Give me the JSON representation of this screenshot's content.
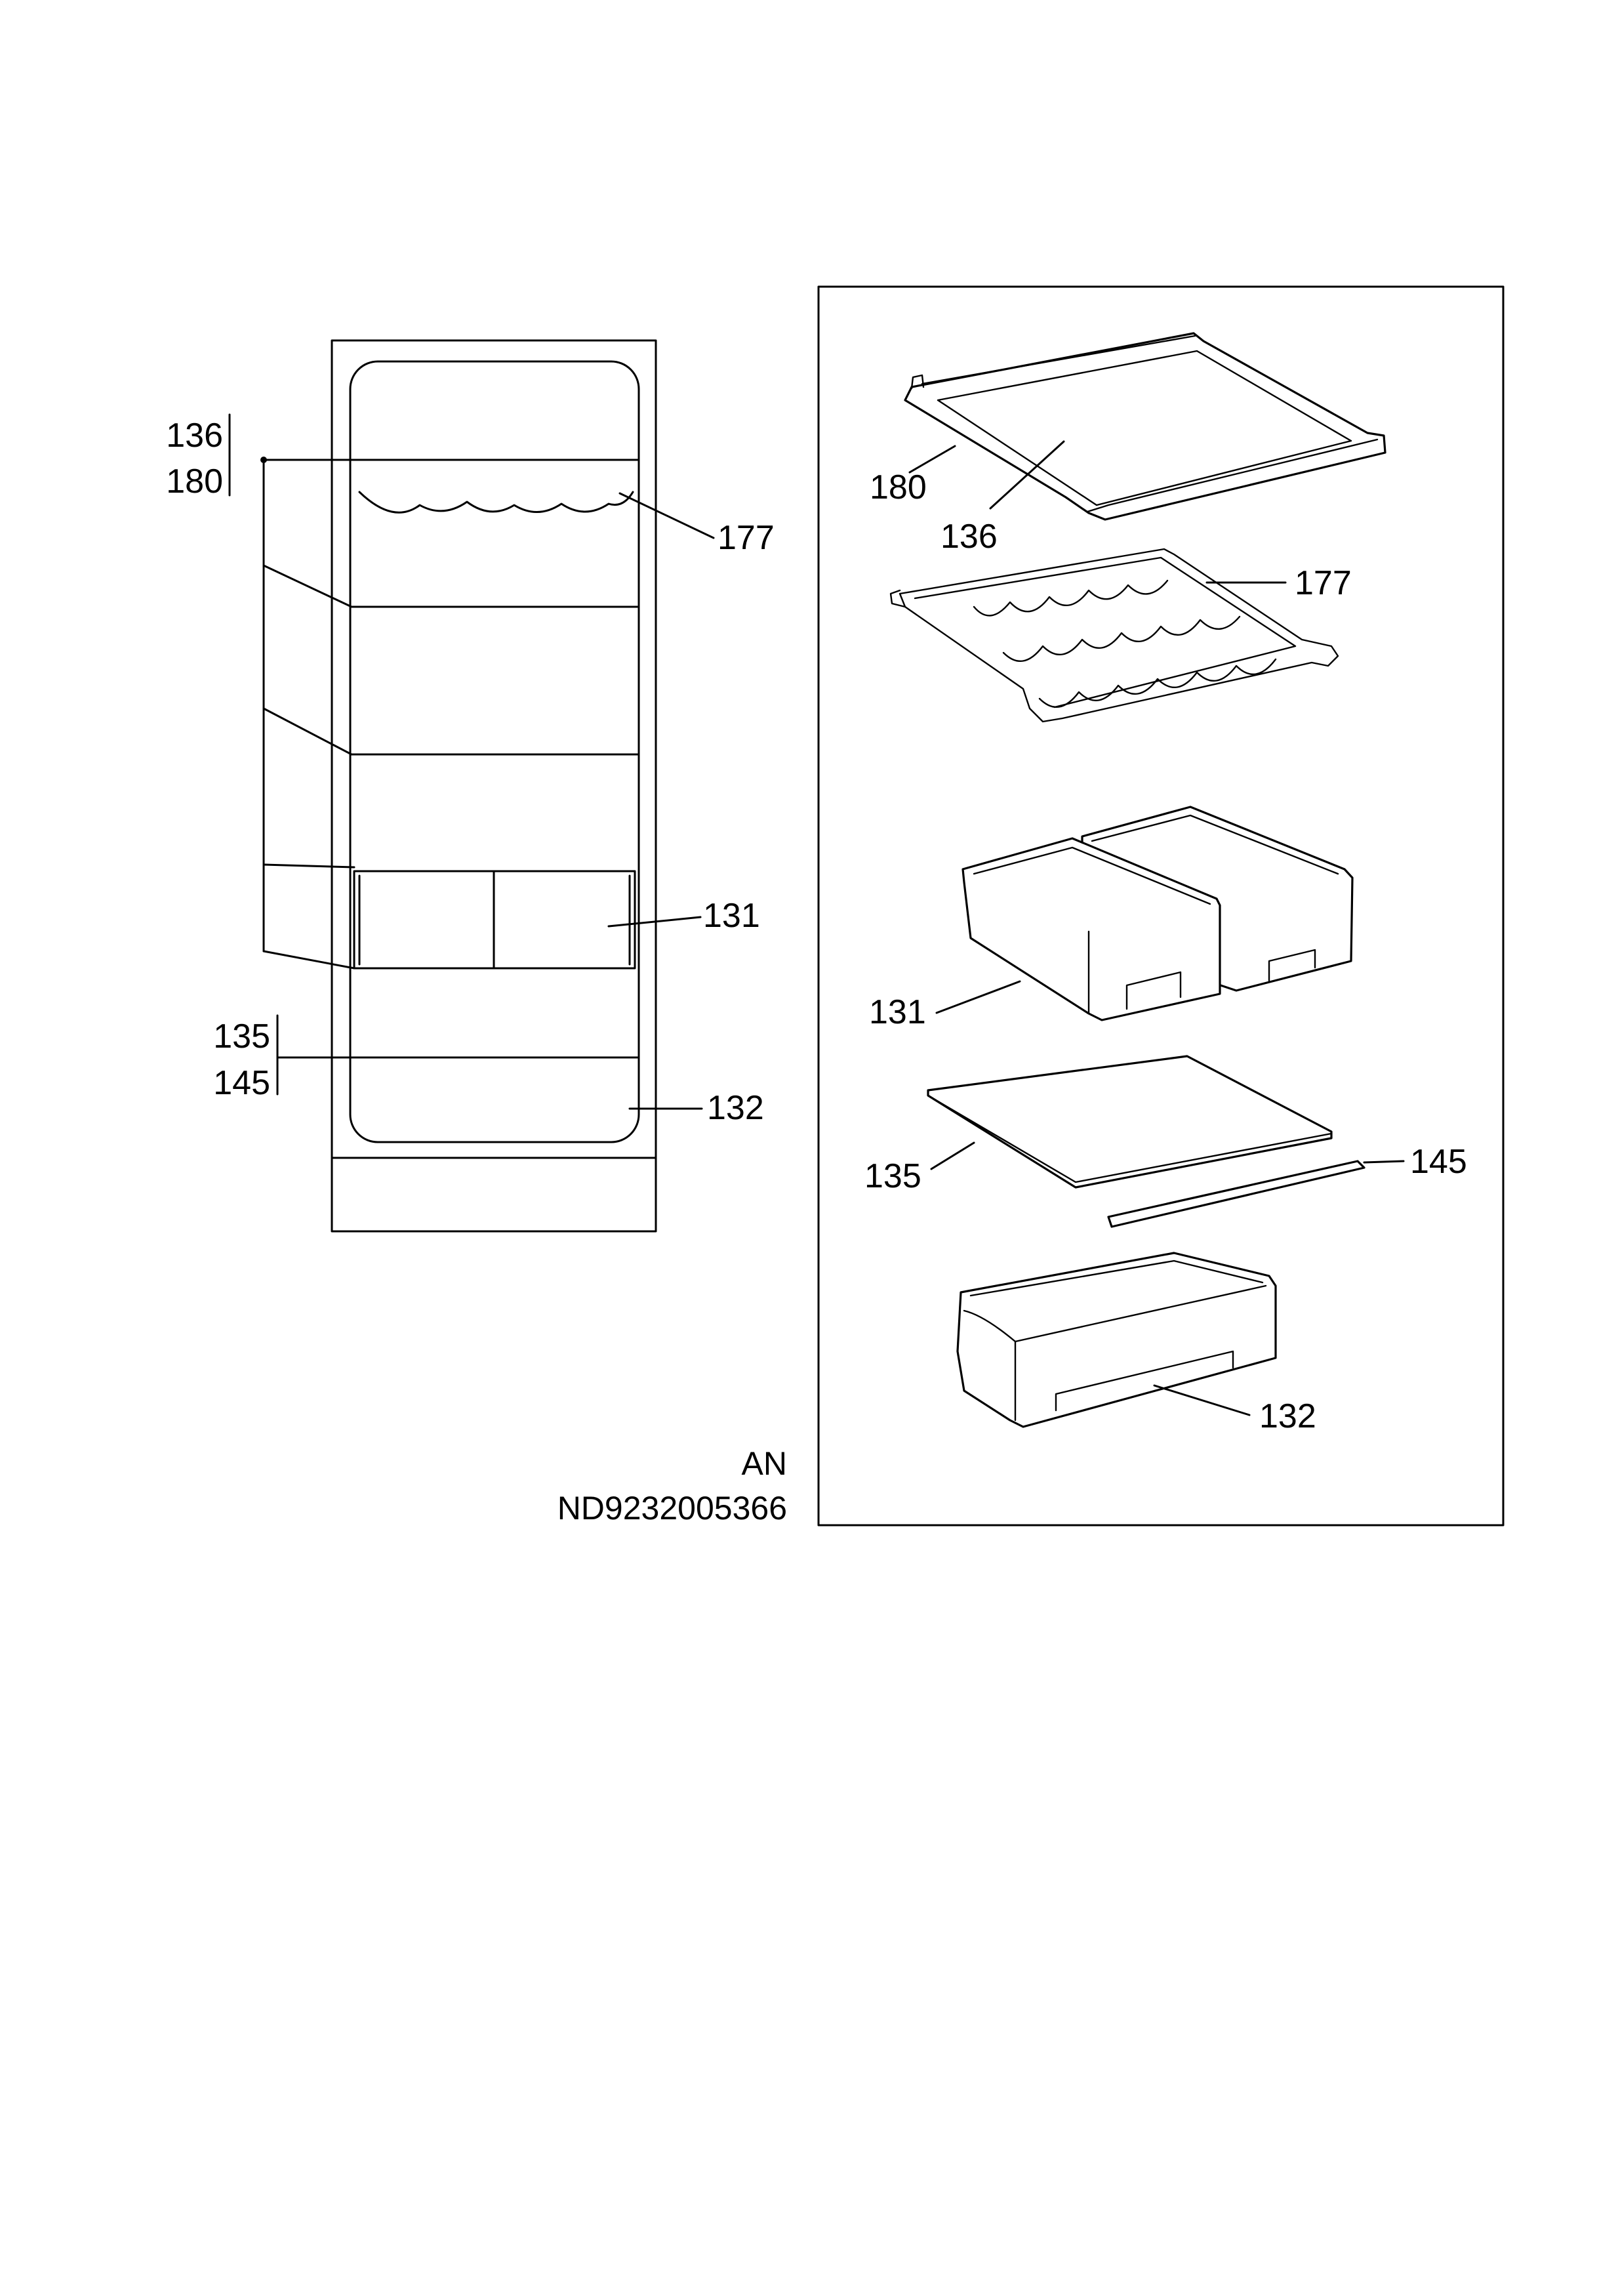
{
  "overview": {
    "callouts": {
      "shelf_top": "136",
      "frame_top": "180",
      "wine_rack": "177",
      "crisper_pair": "131",
      "glass_lower": "135",
      "trim_lower": "145",
      "bottom_bin": "132"
    }
  },
  "exploded": {
    "callouts": {
      "frame": "180",
      "glass": "136",
      "wine_rack": "177",
      "crisper": "131",
      "glass_plate": "135",
      "trim_strip": "145",
      "bin": "132"
    }
  },
  "footer": {
    "code_line1": "AN",
    "code_line2": "ND9232005366"
  }
}
